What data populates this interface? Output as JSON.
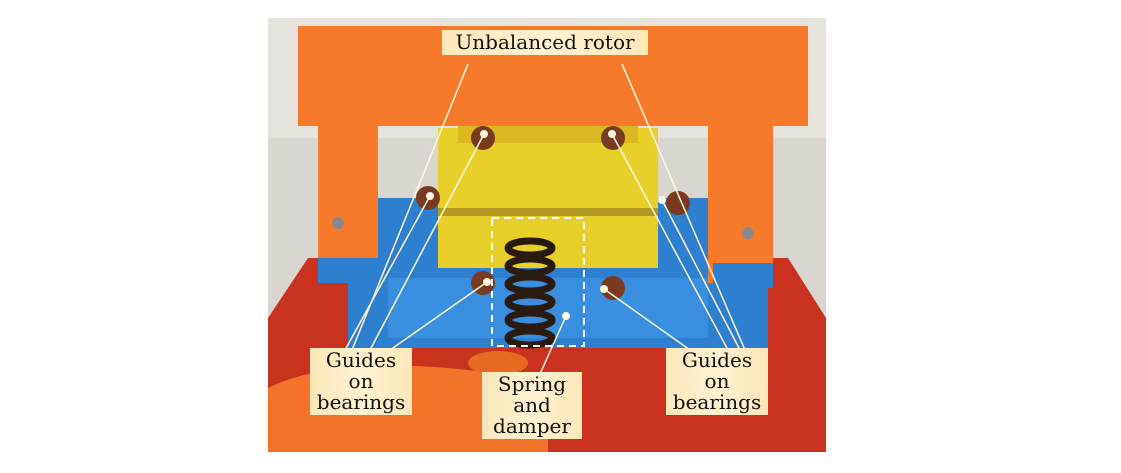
{
  "annotations": {
    "rotor": "Unbalanced rotor",
    "guides_left": [
      "Guides",
      "on",
      "bearings"
    ],
    "spring": [
      "Spring",
      "and",
      "damper"
    ],
    "guides_right": [
      "Guides",
      "on",
      "bearings"
    ]
  },
  "colors": {
    "frame": "#f77a2a",
    "base_blue": "#2f7fd0",
    "rotor_yellow": "#e8cf2a",
    "plate_red": "#c8321e",
    "label_bg": "#fbe7b8",
    "leader": "#fff8dc"
  }
}
